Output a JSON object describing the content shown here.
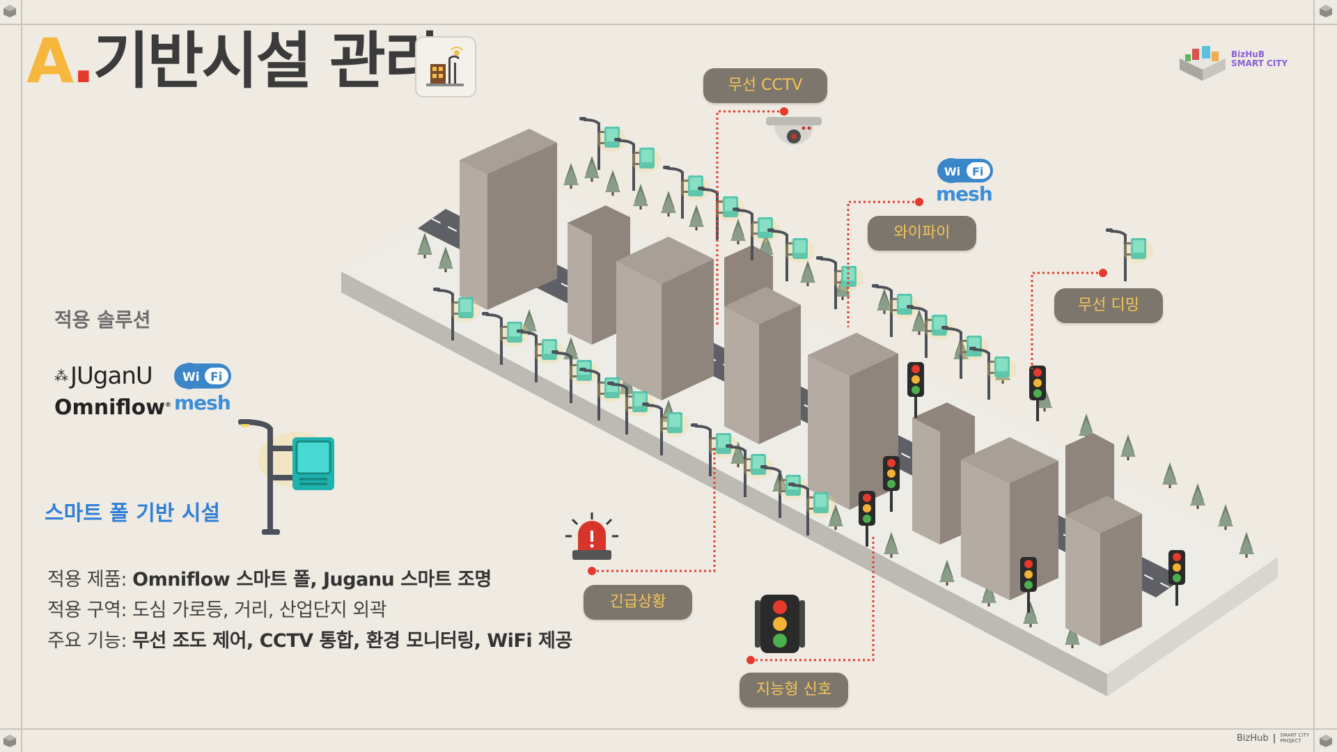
{
  "title": {
    "letter": "A",
    "dot": ".",
    "text": "기반시설 관리"
  },
  "brand": {
    "line1": "BizHuB",
    "line2": "SMART CITY"
  },
  "solutions": {
    "heading": "적용 솔루션",
    "juganu_symbol": "⁂",
    "juganu": "JUganU",
    "omniflow": "Omniflow",
    "omniflow_mark": "®",
    "wifi": [
      "Wi",
      "Fi"
    ],
    "mesh": "mesh"
  },
  "smart_pole_label": "스마트 폴 기반 시설",
  "details": [
    {
      "key": "적용 제품: ",
      "value": "Omniflow 스마트 폴, Juganu 스마트 조명",
      "bold": true
    },
    {
      "key": "적용 구역: ",
      "value": "도심 가로등, 거리, 산업단지 외곽",
      "bold": false
    },
    {
      "key": "주요 기능: ",
      "value": "무선 조도 제어, CCTV 통합, 환경 모니터링, WiFi 제공",
      "bold": true
    }
  ],
  "callouts": {
    "cctv": "무선 CCTV",
    "wifi": "와이파이",
    "dimming": "무선 디밍",
    "emergency": "긴급상황",
    "signal": "지능형 신호"
  },
  "wifi_top": {
    "wifi": [
      "Wi",
      "Fi"
    ],
    "mesh": "mesh"
  },
  "footer": {
    "brand": "BizHub",
    "sep": "|",
    "sub1": "SMART CITY",
    "sub2": "PROJECT"
  },
  "colors": {
    "accent_yellow": "#f6b73c",
    "accent_red": "#e53a2c",
    "label_bg": "#7c766c",
    "label_text": "#f6c557",
    "blue": "#2f7fd8",
    "teal": "#3cc8c0"
  }
}
